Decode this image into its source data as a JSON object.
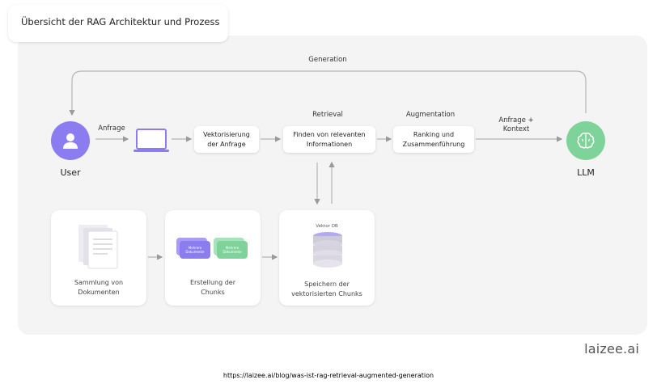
{
  "title": "Übersicht der RAG Architektur und Prozess",
  "labels": {
    "generation": "Generation",
    "anfrage": "Anfrage",
    "retrieval": "Retrieval",
    "augmentation": "Augmentation",
    "anfrage_kontext": "Anfrage +\nKontext",
    "user": "User",
    "llm": "LLM"
  },
  "boxes": {
    "vektorisierung": "Vektorisierung\nder Anfrage",
    "finden": "Finden von relevanten\nInformationen",
    "ranking": "Ranking und\nZusammenführung"
  },
  "cards": {
    "sammlung": "Sammlung von\nDokumenten",
    "erstellung": "Erstellung der\nChunks",
    "speichern": "Speichern der\nvektorisierten Chunks",
    "vektor_db": "Vektor DB",
    "chunk_text": "Mehrere\nDokumente"
  },
  "brand": "laizee.ai",
  "url": "https://laizee.ai/blog/was-ist-rag-retrieval-augmented-generation",
  "colors": {
    "user": "#8b7cf0",
    "llm": "#7ed39a",
    "chunk_purple": "#8b7cf0",
    "chunk_green": "#7ed39a"
  }
}
